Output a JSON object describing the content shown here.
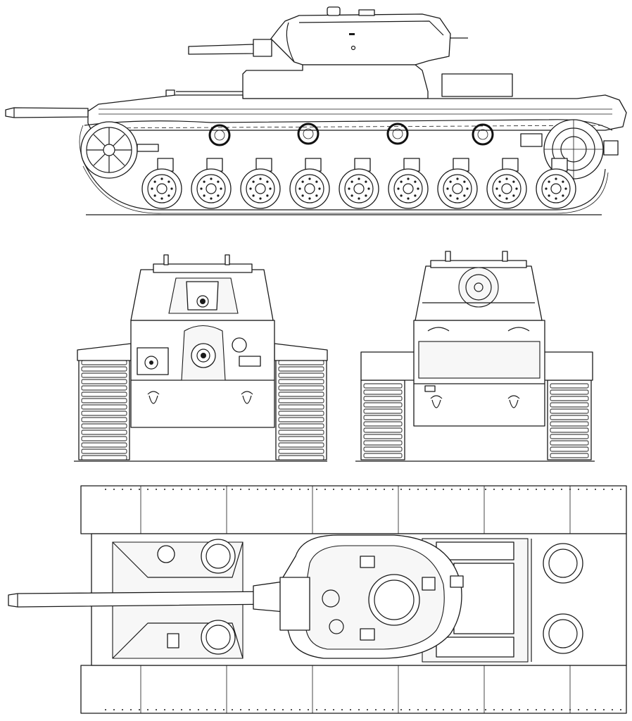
{
  "drawing": {
    "views": [
      "side",
      "front",
      "rear",
      "top"
    ],
    "colors": {
      "line": "#1a1a1a",
      "paper": "#ffffff",
      "panel": "#f7f7f7",
      "shade": "#e8e8e8"
    }
  },
  "side_view": {
    "return_rollers": 4,
    "road_wheels": 9
  },
  "top_view": {
    "hatches_hull": 4,
    "turret_hatches": 1
  }
}
